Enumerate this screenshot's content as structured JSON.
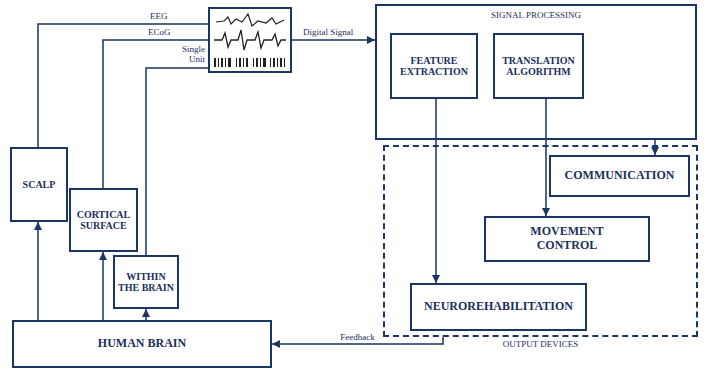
{
  "diagram": {
    "nodes": [
      {
        "text": [
          "SCALP"
        ]
      },
      {
        "text": [
          "CORTICAL SURFACE"
        ]
      },
      {
        "text": [
          "WITHIN THE BRAIN"
        ]
      },
      {
        "text": [
          "HUMAN BRAIN"
        ]
      },
      {
        "text": [
          "SIGNAL PROCESSING"
        ]
      },
      {
        "text": [
          "FEATURE EXTRACTION"
        ],
        "in": 4
      },
      {
        "text": [
          "TRANSLATION ALGORITHM"
        ],
        "in": 4
      },
      {
        "text": [
          "OUTPUT DEVICES"
        ]
      },
      {
        "text": [
          "COMMUNICATION"
        ],
        "in": 7
      },
      {
        "text": [
          "MOVEMENT CONTROL"
        ],
        "in": 7
      },
      {
        "text": [
          "NEUROREHABILITATION"
        ],
        "in": 7
      }
    ],
    "edges": [
      {
        "from": 3,
        "to": 0,
        "arrow": "to"
      },
      {
        "from": 3,
        "to": 1,
        "arrow": "to"
      },
      {
        "from": 3,
        "to": 2,
        "arrow": "to"
      },
      {
        "from": 5,
        "to": 10,
        "arrow": "to"
      },
      {
        "from": 6,
        "to": 9,
        "arrow": "to"
      },
      {
        "from": 4,
        "to": 8,
        "arrow": "to"
      },
      {
        "from": 7,
        "to": 3,
        "label": "Feedback",
        "arrow": "to"
      }
    ],
    "labels": [
      "EEG",
      "ECoG",
      "Single Unit",
      "Digital Signal"
    ]
  }
}
